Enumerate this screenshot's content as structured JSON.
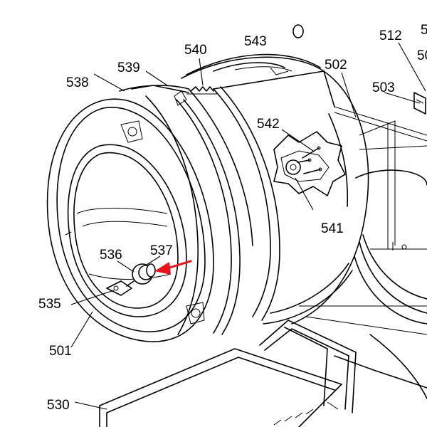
{
  "labels": {
    "l501": "501",
    "l502": "502",
    "l503": "503",
    "l512": "512",
    "l5top": "5",
    "l50": "50",
    "l530": "530",
    "l535": "535",
    "l536": "536",
    "l537": "537",
    "l538": "538",
    "l539": "539",
    "l540": "540",
    "l541": "541",
    "l542": "542",
    "l543": "543"
  },
  "colors": {
    "line": "#000000",
    "background": "#ffffff",
    "highlight_arrow": "#e8141c"
  },
  "highlight": {
    "part": "537",
    "icon": "red-arrow-icon"
  }
}
